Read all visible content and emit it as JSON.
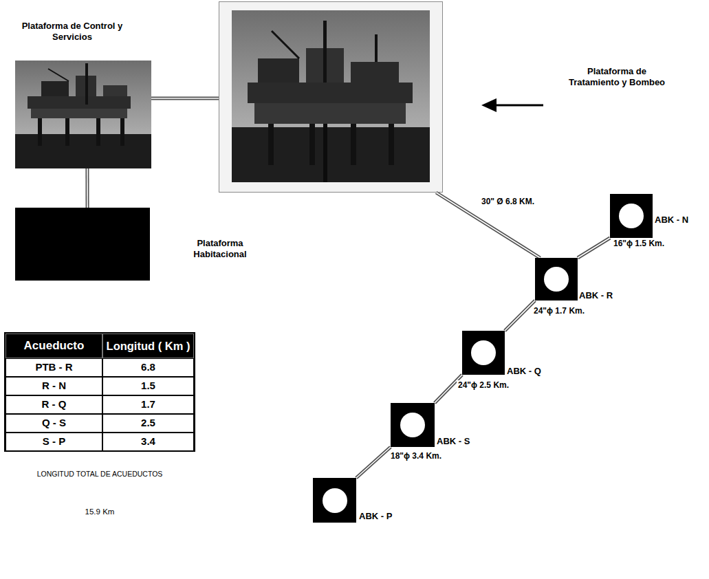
{
  "diagram": {
    "nodes": [
      {
        "text": [
          "Plataforma de Control y Servicios"
        ]
      },
      {
        "text": [
          "Plataforma de Tratamiento y Bombeo"
        ]
      },
      {
        "text": [
          "Plataforma Habitacional"
        ]
      },
      {
        "text": [
          "ABK - N"
        ]
      },
      {
        "text": [
          "ABK - R"
        ]
      },
      {
        "text": [
          "ABK - Q"
        ]
      },
      {
        "text": [
          "ABK - S"
        ]
      },
      {
        "text": [
          "ABK - P"
        ]
      }
    ],
    "edges": [
      {
        "from": 0,
        "to": 1,
        "arrow": "none"
      },
      {
        "from": 0,
        "to": 2,
        "arrow": "none"
      },
      {
        "from": 1,
        "to": 4,
        "label": "30\" Ø 6.8 KM.",
        "arrow": "none"
      },
      {
        "from": 3,
        "to": 4,
        "label": "16\"ϕ 1.5 Km.",
        "arrow": "none"
      },
      {
        "from": 4,
        "to": 5,
        "label": "24\"ϕ 1.7 Km.",
        "arrow": "none"
      },
      {
        "from": 5,
        "to": 6,
        "label": "24\"ϕ 2.5 Km.",
        "arrow": "none"
      },
      {
        "from": 6,
        "to": 7,
        "label": "18\"ϕ 3.4 Km.",
        "arrow": "none"
      }
    ],
    "labels": [
      "Acueducto",
      "Longitud ( Km )",
      "PTB - R",
      "6.8",
      "R - N",
      "1.5",
      "R - Q",
      "1.7",
      "Q - S",
      "2.5",
      "S - P",
      "3.4",
      "LONGITUD TOTAL DE ACUEDUCTOS",
      "15.9 Km"
    ]
  }
}
